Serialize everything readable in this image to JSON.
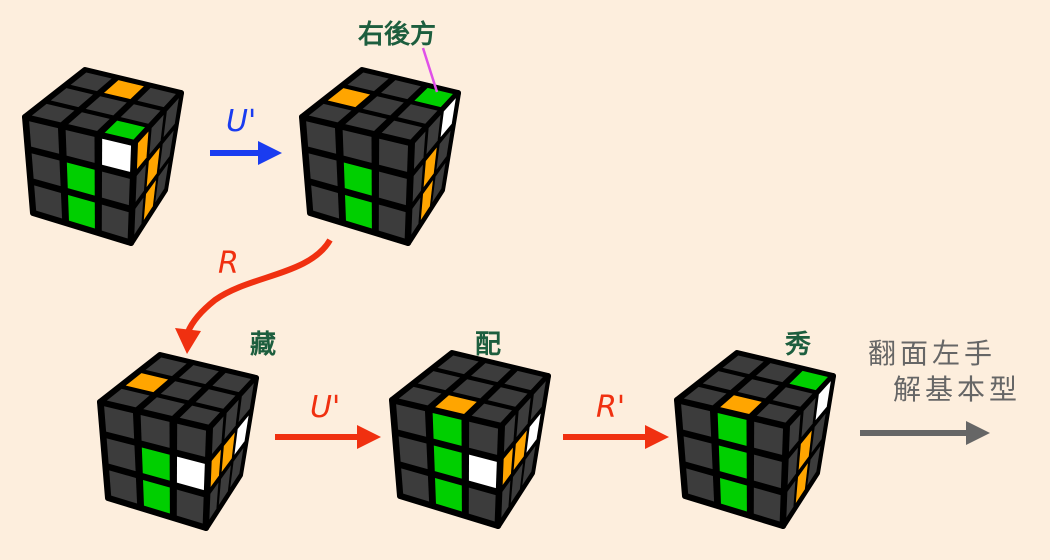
{
  "colors": {
    "D": "#3c3c3c",
    "O": "#ffa500",
    "G": "#00cf00",
    "W": "#ffffff",
    "background": "#fdeedd",
    "blue": "#1a3cf0",
    "red": "#f03010",
    "gray": "#666666",
    "magenta": "#e050e8",
    "label": "#1d5e3e"
  },
  "labels": {
    "corner_label": "右後方",
    "move1": "U'",
    "move2": "R",
    "move3": "U'",
    "move4": "R'",
    "step_hide": "藏",
    "step_pair": "配",
    "step_show": "秀",
    "note_line1": "翻面左手",
    "note_line2": "解基本型"
  },
  "cubes": [
    {
      "top": [
        [
          "D",
          "O",
          "D"
        ],
        [
          "D",
          "D",
          "D"
        ],
        [
          "D",
          "D",
          "G"
        ]
      ],
      "front": [
        [
          "D",
          "D",
          "W"
        ],
        [
          "D",
          "G",
          "D"
        ],
        [
          "D",
          "G",
          "D"
        ]
      ],
      "right": [
        [
          "O",
          "D",
          "D"
        ],
        [
          "D",
          "O",
          "D"
        ],
        [
          "D",
          "O",
          "D"
        ]
      ]
    },
    {
      "top": [
        [
          "D",
          "D",
          "G"
        ],
        [
          "O",
          "D",
          "D"
        ],
        [
          "D",
          "D",
          "D"
        ]
      ],
      "front": [
        [
          "D",
          "D",
          "D"
        ],
        [
          "D",
          "G",
          "D"
        ],
        [
          "D",
          "G",
          "D"
        ]
      ],
      "right": [
        [
          "D",
          "D",
          "W"
        ],
        [
          "D",
          "O",
          "D"
        ],
        [
          "D",
          "O",
          "D"
        ]
      ]
    },
    {
      "top": [
        [
          "D",
          "D",
          "D"
        ],
        [
          "O",
          "D",
          "D"
        ],
        [
          "D",
          "D",
          "D"
        ]
      ],
      "front": [
        [
          "D",
          "D",
          "D"
        ],
        [
          "D",
          "G",
          "W"
        ],
        [
          "D",
          "G",
          "D"
        ]
      ],
      "right": [
        [
          "D",
          "D",
          "D"
        ],
        [
          "O",
          "O",
          "W"
        ],
        [
          "D",
          "D",
          "D"
        ]
      ]
    },
    {
      "top": [
        [
          "D",
          "D",
          "D"
        ],
        [
          "D",
          "D",
          "D"
        ],
        [
          "D",
          "O",
          "D"
        ]
      ],
      "front": [
        [
          "D",
          "G",
          "D"
        ],
        [
          "D",
          "G",
          "W"
        ],
        [
          "D",
          "G",
          "D"
        ]
      ],
      "right": [
        [
          "D",
          "D",
          "D"
        ],
        [
          "O",
          "O",
          "W"
        ],
        [
          "D",
          "D",
          "D"
        ]
      ]
    },
    {
      "top": [
        [
          "D",
          "D",
          "G"
        ],
        [
          "D",
          "D",
          "D"
        ],
        [
          "D",
          "O",
          "D"
        ]
      ],
      "front": [
        [
          "D",
          "G",
          "D"
        ],
        [
          "D",
          "G",
          "D"
        ],
        [
          "D",
          "G",
          "D"
        ]
      ],
      "right": [
        [
          "D",
          "D",
          "W"
        ],
        [
          "D",
          "O",
          "D"
        ],
        [
          "D",
          "O",
          "D"
        ]
      ]
    }
  ]
}
